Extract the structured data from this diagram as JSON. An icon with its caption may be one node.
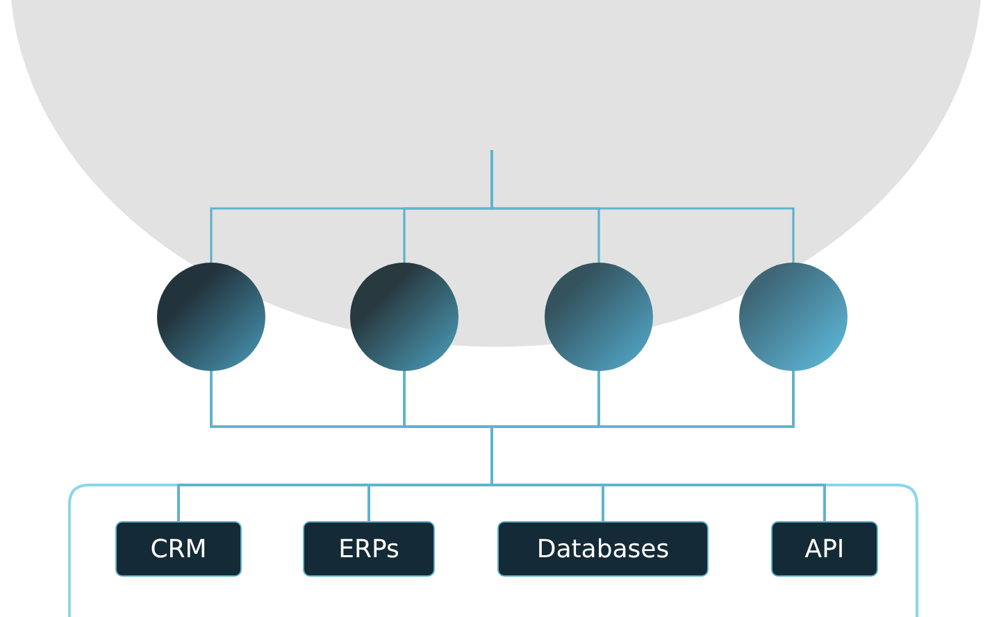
{
  "diagram": {
    "nodes": [
      {
        "text": [],
        "shape": "circle"
      },
      {
        "text": [],
        "shape": "circle"
      },
      {
        "text": [],
        "shape": "circle"
      },
      {
        "text": [],
        "shape": "circle"
      },
      {
        "text": [
          "CRM"
        ]
      },
      {
        "text": [
          "ERPs"
        ]
      },
      {
        "text": [
          "Databases"
        ]
      },
      {
        "text": [
          "API"
        ]
      }
    ],
    "edges": [
      {
        "from": null,
        "to": 0,
        "arrow": "none"
      },
      {
        "from": null,
        "to": 1,
        "arrow": "none"
      },
      {
        "from": null,
        "to": 2,
        "arrow": "none"
      },
      {
        "from": null,
        "to": 3,
        "arrow": "none"
      },
      {
        "from": 0,
        "to": 4,
        "arrow": "none"
      },
      {
        "from": 0,
        "to": 5,
        "arrow": "none"
      },
      {
        "from": 0,
        "to": 6,
        "arrow": "none"
      },
      {
        "from": 0,
        "to": 7,
        "arrow": "none"
      },
      {
        "from": 1,
        "to": 4,
        "arrow": "none"
      },
      {
        "from": 1,
        "to": 5,
        "arrow": "none"
      },
      {
        "from": 1,
        "to": 6,
        "arrow": "none"
      },
      {
        "from": 1,
        "to": 7,
        "arrow": "none"
      },
      {
        "from": 2,
        "to": 4,
        "arrow": "none"
      },
      {
        "from": 2,
        "to": 5,
        "arrow": "none"
      },
      {
        "from": 2,
        "to": 6,
        "arrow": "none"
      },
      {
        "from": 2,
        "to": 7,
        "arrow": "none"
      },
      {
        "from": 3,
        "to": 4,
        "arrow": "none"
      },
      {
        "from": 3,
        "to": 5,
        "arrow": "none"
      },
      {
        "from": 3,
        "to": 6,
        "arrow": "none"
      },
      {
        "from": 3,
        "to": 7,
        "arrow": "none"
      }
    ]
  }
}
